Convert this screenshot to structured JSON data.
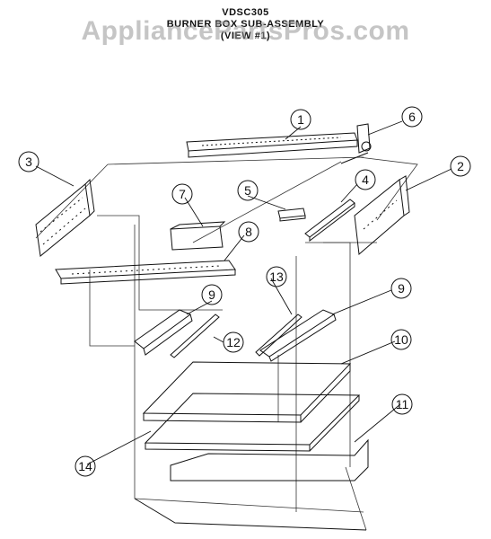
{
  "header": {
    "model": "VDSC305",
    "subtitle": "BURNER BOX SUB-ASSEMBLY",
    "view": "(VIEW #1)"
  },
  "watermark": "AppliancePartsPros.com",
  "callouts": [
    "1",
    "2",
    "3",
    "4",
    "5",
    "6",
    "7",
    "8",
    "9",
    "9",
    "10",
    "11",
    "12",
    "13",
    "14"
  ],
  "colors": {
    "line": "#111111",
    "watermark": "#9a9a9a",
    "background": "#ffffff"
  }
}
